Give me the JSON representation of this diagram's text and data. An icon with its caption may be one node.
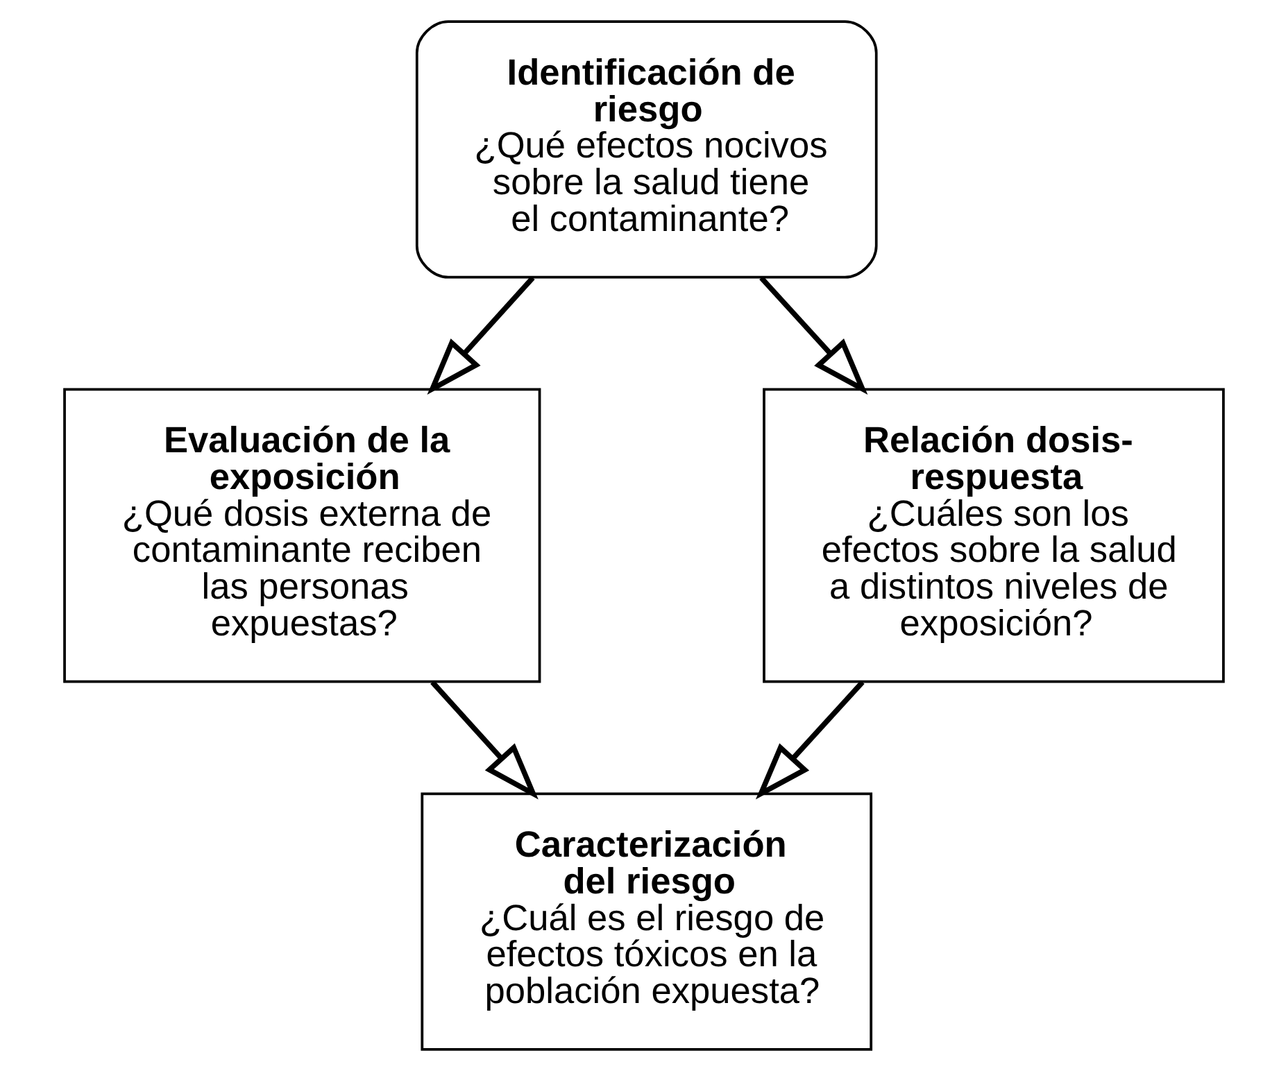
{
  "diagram": {
    "nodes": [
      {
        "text": [
          "Identificación de riesgo",
          "¿Qué efectos nocivos sobre la salud tiene el contaminante?"
        ]
      },
      {
        "text": [
          "Evaluación de la exposición",
          "¿Qué dosis externa de contaminante reciben las personas expuestas?"
        ]
      },
      {
        "text": [
          "Relación dosis-respuesta",
          "¿Cuáles son los efectos sobre la salud a distintos niveles de exposición?"
        ]
      },
      {
        "text": [
          "Caracterización del riesgo",
          "¿Cuál es el riesgo de efectos tóxicos en la población expuesta?"
        ]
      }
    ],
    "edges": [
      {
        "from": 0,
        "to": 1,
        "arrow": "to"
      },
      {
        "from": 0,
        "to": 2,
        "arrow": "to"
      },
      {
        "from": 1,
        "to": 3,
        "arrow": "to"
      },
      {
        "from": 2,
        "to": 3,
        "arrow": "to"
      }
    ]
  }
}
